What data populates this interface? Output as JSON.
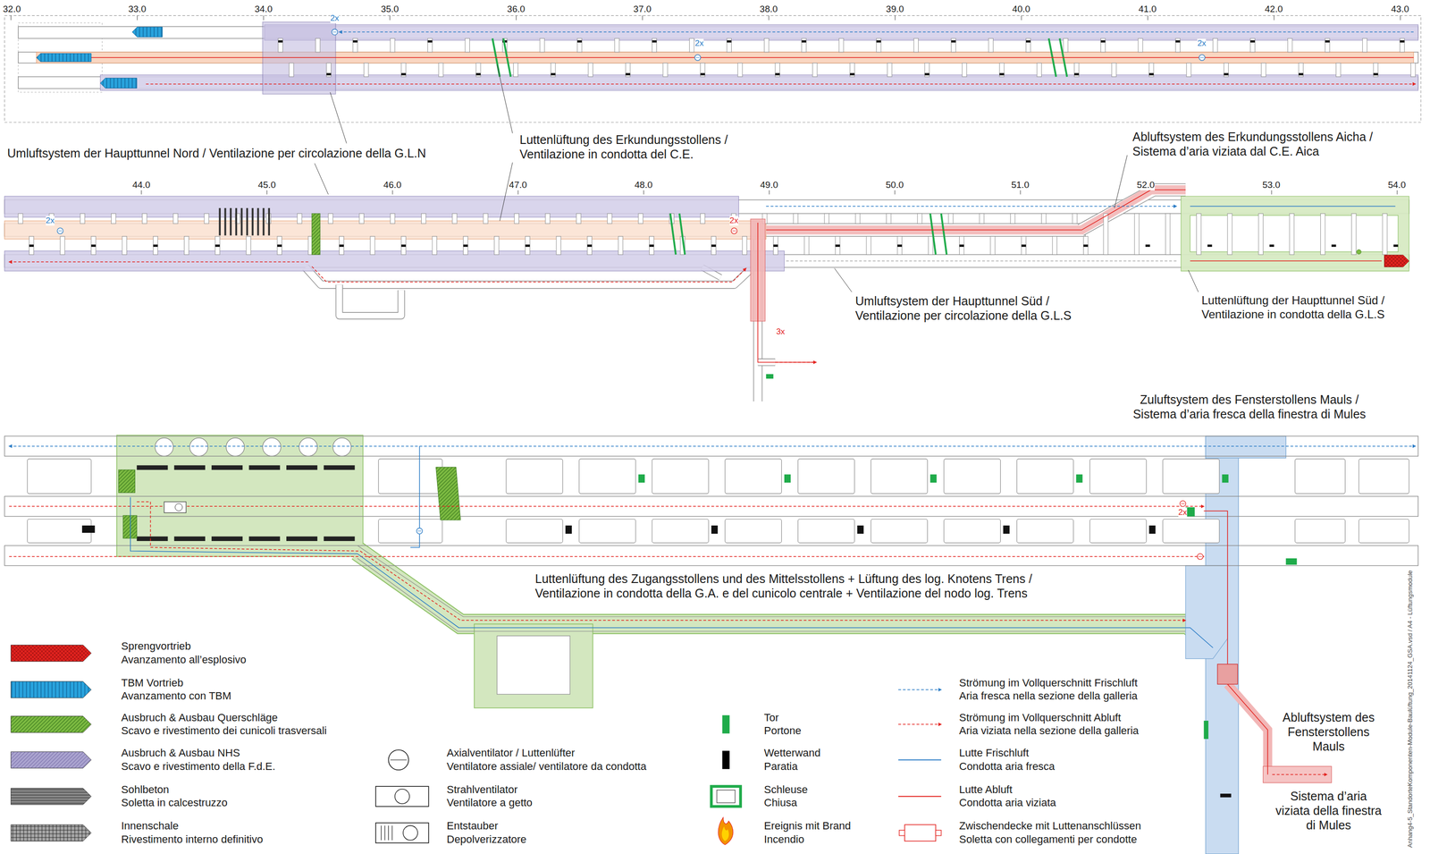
{
  "diagram": {
    "labels": [
      "32.0",
      "33.0",
      "34.0",
      "35.0",
      "36.0",
      "37.0",
      "38.0",
      "39.0",
      "40.0",
      "41.0",
      "42.0",
      "43.0",
      "2x",
      "2x",
      "2x",
      "Umluftsystem der Haupttunnel Nord / Ventilazione per circolazione della G.L.N",
      "Luttenlüftung des Erkundungsstollens / Ventilazione in condotta del C.E.",
      "Abluftsystem des Erkundungsstollens Aicha / Sistema d’aria viziata dal C.E. Aica",
      "44.0",
      "45.0",
      "46.0",
      "47.0",
      "48.0",
      "49.0",
      "50.0",
      "51.0",
      "52.0",
      "53.0",
      "54.0",
      "2x",
      "2x",
      "Umluftsystem der Haupttunnel Süd / Ventilazione per circolazione della G.L.S",
      "Luttenlüftung der Haupttunnel Süd / Ventilazione in condotta della G.L.S",
      "3x",
      "Zuluftsystem des Fensterstollens Mauls / Sistema d’aria fresca della finestra di Mules",
      "2x",
      "Luttenlüftung des Zugangsstollens und des Mittelsstollens + Lüftung des log. Knotens Trens / Ventilazione in condotta della G.A. e del cunicolo centrale + Ventilazione del nodo log. Trens",
      "Abluftsystem des Fensterstollens Mauls",
      "Sistema d’aria viziata della finestra di Mules",
      "Anhang4-5_StandorteKomponenten-Module-Baulüftung_20141124_GSA.vsd / A4 - Lüftungsmodule"
    ],
    "legend": [
      {
        "text": "Sprengvortrieb Avanzamento all’esplosivo",
        "color": "#e3231f"
      },
      {
        "text": "TBM Vortrieb Avanzamento con TBM",
        "color": "#29a3dd"
      },
      {
        "text": "Ausbruch & Ausbau Querschläge Scavo e rivestimento dei cunicoli trasversali",
        "color": "#7dbb42"
      },
      {
        "text": "Ausbruch & Ausbau NHS Scavo e rivestimento della F.d.E.",
        "color": "#aaa3cf"
      },
      {
        "text": "Sohlbeton Soletta in calcestruzzo",
        "color": "#8a8a8a"
      },
      {
        "text": "Innenschale Rivestimento interno definitivo",
        "color": "#a8a8a8"
      },
      {
        "text": "Axialventilator / Luttenlüfter Ventilatore assiale/ ventilatore da condotta"
      },
      {
        "text": "Strahlventilator Ventilatore a getto"
      },
      {
        "text": "Entstauber Depolverizzatore"
      },
      {
        "text": "Tor Portone",
        "color": "#1fab4a"
      },
      {
        "text": "Wetterwand Paratia",
        "color": "#000000"
      },
      {
        "text": "Schleuse Chiusa"
      },
      {
        "text": "Ereignis mit Brand Incendio"
      },
      {
        "text": "Strömung im Vollquerschnitt Frischluft Aria fresca nella sezione della galleria"
      },
      {
        "text": "Strömung im Vollquerschnitt Abluft Aria viziata nella sezione della galleria"
      },
      {
        "text": "Lutte Frischluft Condotta aria fresca"
      },
      {
        "text": "Lutte Abluft Condotta aria viziata"
      },
      {
        "text": "Zwischendecke mit Luttenanschlüssen Soletta con collegamenti per condotte"
      }
    ]
  }
}
